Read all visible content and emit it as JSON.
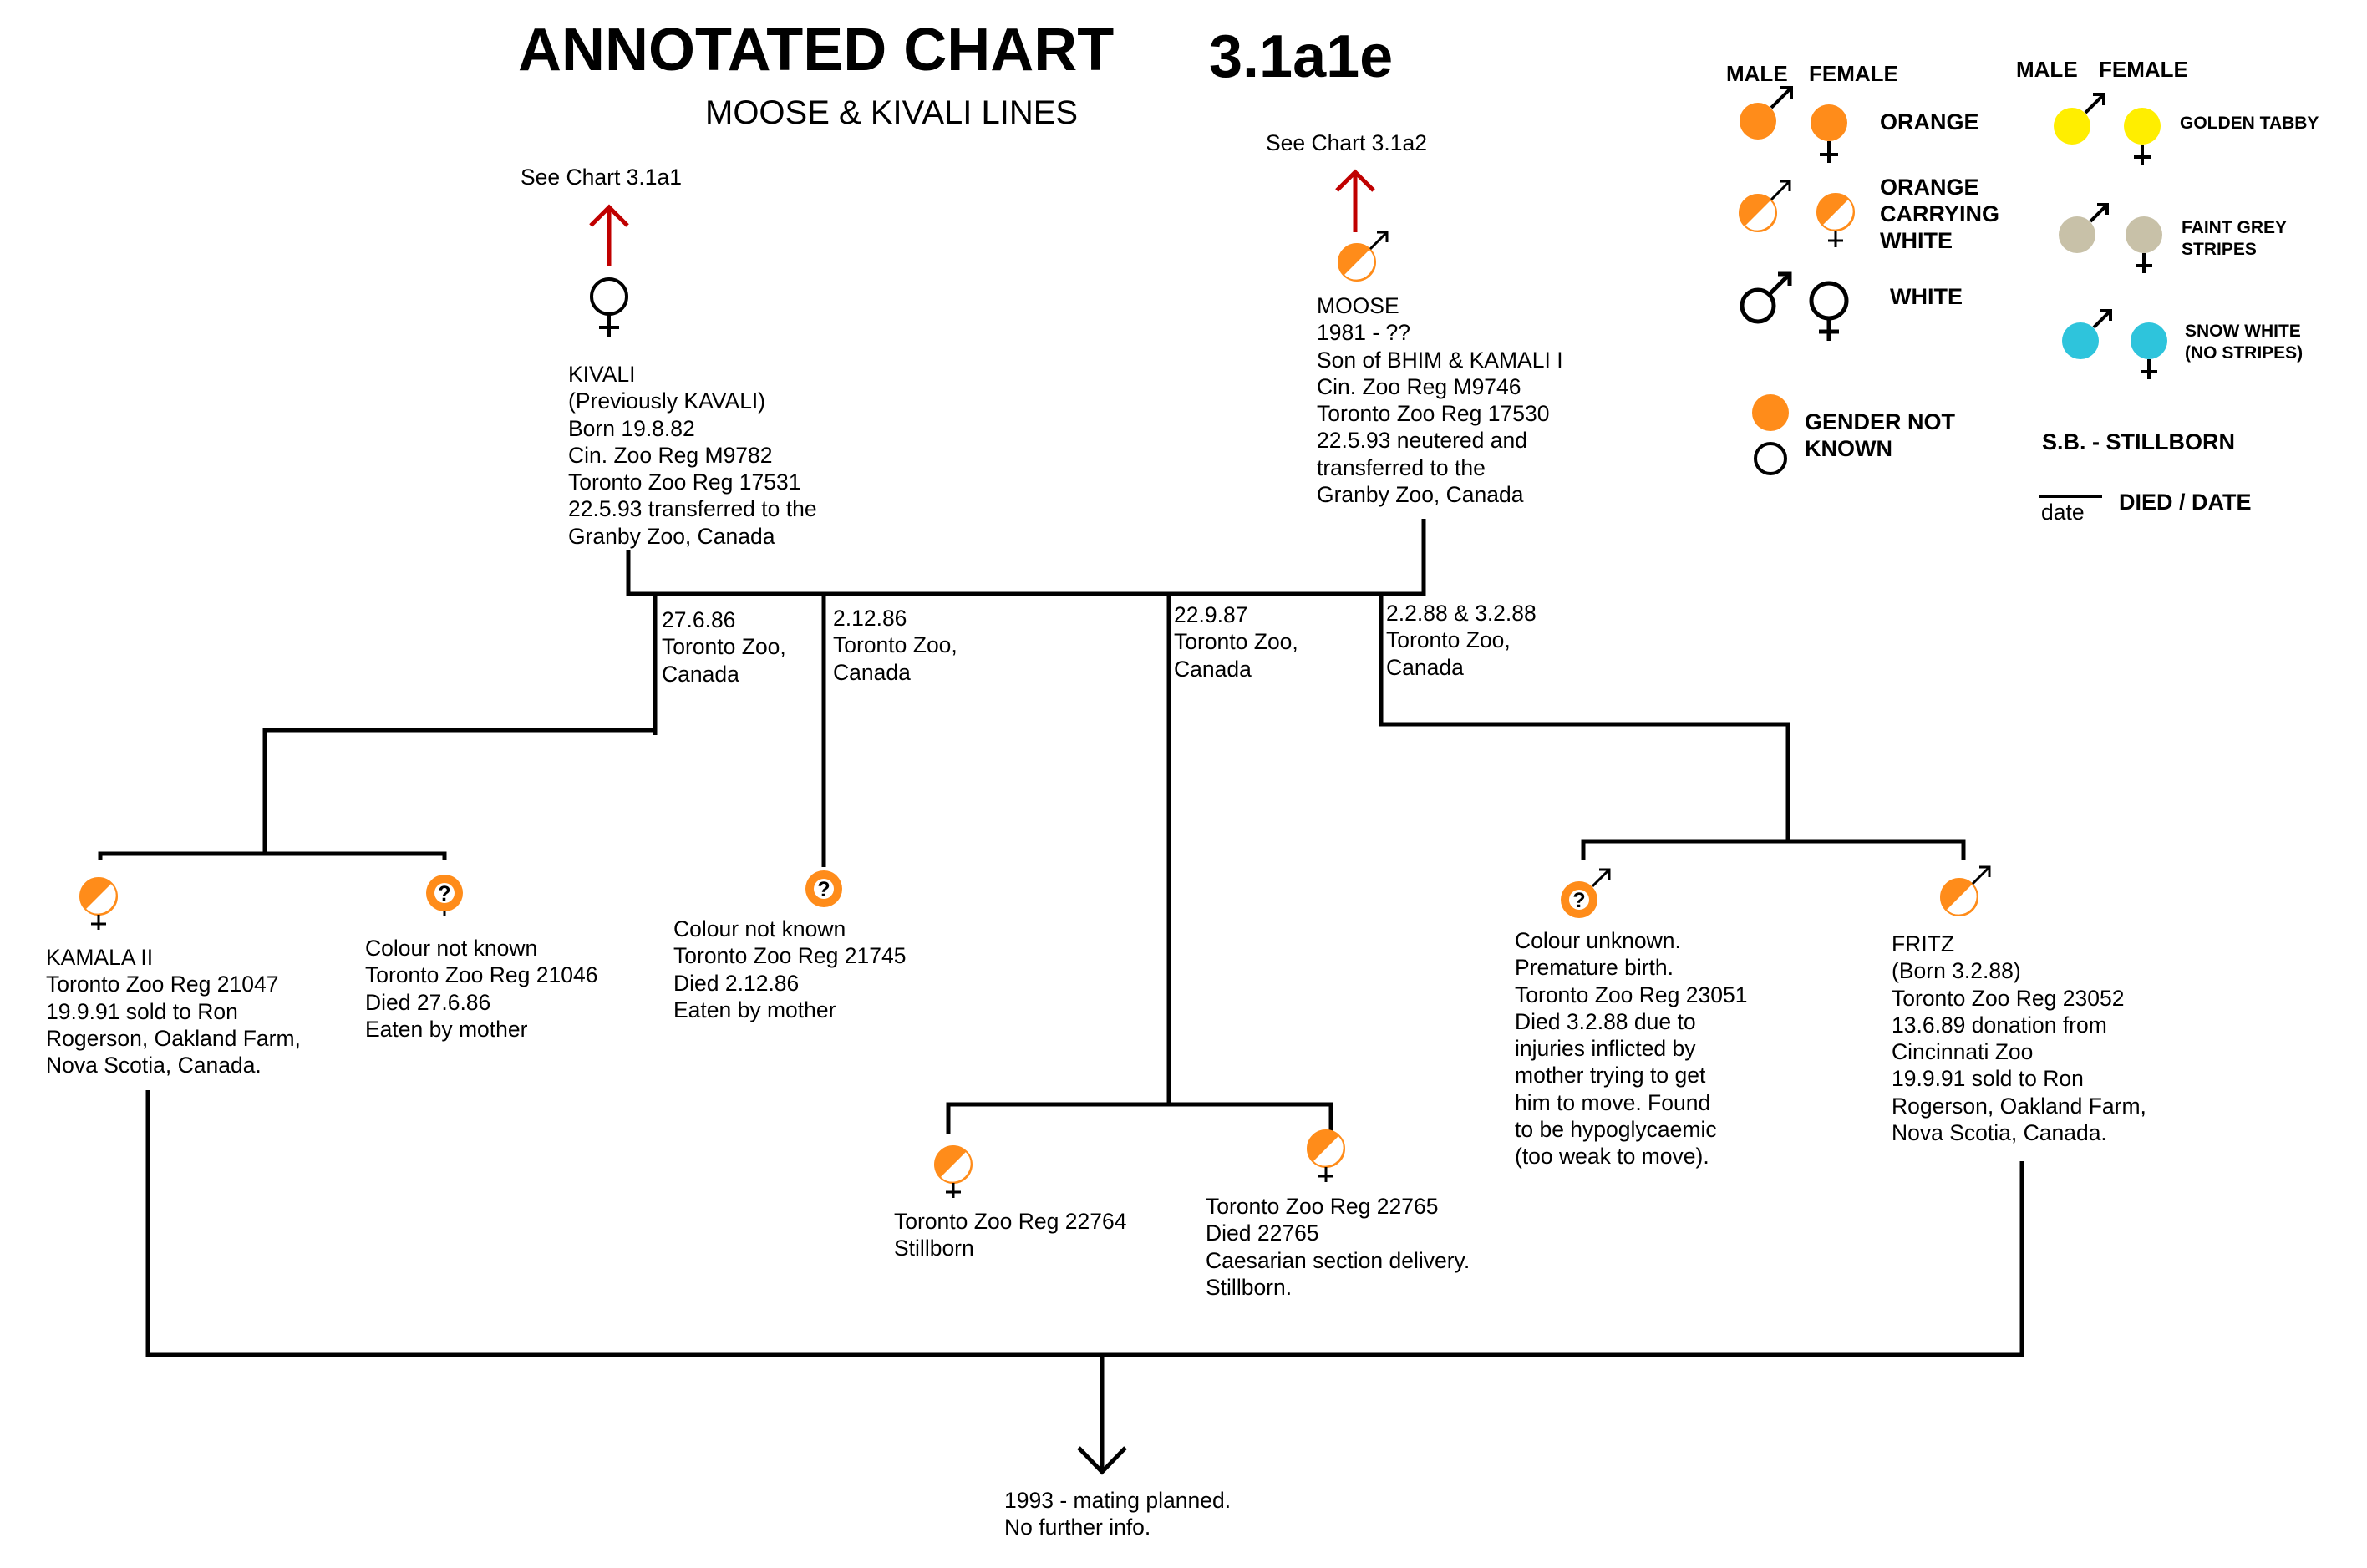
{
  "title": {
    "main": "ANNOTATED CHART",
    "code": "3.1a1e",
    "subtitle": "MOOSE & KIVALI LINES"
  },
  "colors": {
    "orange": "#ff8c1a",
    "golden_tabby": "#ffee00",
    "faint_grey": "#c8c1a8",
    "snow_white": "#2ec4dc",
    "arrow_red": "#c00000",
    "line": "#000000"
  },
  "references": {
    "kivali": "See Chart 3.1a1",
    "moose": "See Chart 3.1a2"
  },
  "parents": {
    "kivali": {
      "symbol": "white-female-icon",
      "text": "KIVALI\n(Previously KAVALI)\nBorn 19.8.82\nCin. Zoo Reg M9782\nToronto Zoo Reg 17531\n22.5.93  transferred to the\nGranby Zoo, Canada"
    },
    "moose": {
      "symbol": "orange-carrying-white-male-icon",
      "text": "MOOSE\n1981 - ??\nSon of BHIM & KAMALI I\nCin. Zoo Reg M9746\nToronto Zoo Reg 17530\n22.5.93 neutered and\ntransferred to the\nGranby Zoo, Canada"
    }
  },
  "litters": [
    {
      "label": "27.6.86\nToronto Zoo,\nCanada",
      "cubs": [
        {
          "name": "kamala-ii",
          "symbol": "orange-carrying-white-female-icon",
          "text": "KAMALA II\nToronto Zoo Reg 21047\n19.9.91 sold to Ron\nRogerson, Oakland Farm,\nNova Scotia, Canada."
        },
        {
          "name": "cub-21046",
          "symbol": "gender-unknown-icon",
          "mark": "?",
          "text": "Colour not known\nToronto Zoo Reg 21046\nDied 27.6.86\nEaten by mother"
        }
      ]
    },
    {
      "label": "2.12.86\nToronto Zoo,\nCanada",
      "cubs": [
        {
          "name": "cub-21745",
          "symbol": "gender-unknown-icon",
          "mark": "?",
          "text": "Colour not known\nToronto Zoo Reg 21745\nDied 2.12.86\nEaten by mother"
        }
      ]
    },
    {
      "label": "22.9.87\nToronto Zoo,\nCanada",
      "cubs": [
        {
          "name": "cub-22764",
          "symbol": "orange-carrying-white-female-icon",
          "text": "Toronto Zoo Reg 22764\nStillborn"
        },
        {
          "name": "cub-22765",
          "symbol": "orange-carrying-white-female-icon",
          "text": "Toronto Zoo Reg 22765\nDied 22765\nCaesarian section delivery.\nStillborn."
        }
      ]
    },
    {
      "label": "2.2.88 & 3.2.88\nToronto Zoo,\nCanada",
      "cubs": [
        {
          "name": "cub-23051",
          "symbol": "male-unknown-colour-icon",
          "mark": "?",
          "text": "Colour unknown.\nPremature birth.\nToronto Zoo Reg 23051\nDied 3.2.88 due to\ninjuries inflicted by\nmother trying to get\nhim to move.  Found\nto be hypoglycaemic\n(too weak to move)."
        },
        {
          "name": "fritz",
          "symbol": "orange-carrying-white-male-icon",
          "text": "FRITZ\n(Born 3.2.88)\nToronto Zoo Reg 23052\n13.6.89 donation from\nCincinnati Zoo\n19.9.91 sold to Ron\nRogerson, Oakland Farm,\nNova Scotia, Canada."
        }
      ]
    }
  ],
  "outcome": "1993 - mating planned.\nNo further info.",
  "legend": {
    "left_header_male": "MALE",
    "left_header_female": "FEMALE",
    "right_header_male": "MALE",
    "right_header_female": "FEMALE",
    "orange": "ORANGE",
    "orange_carrying_white": "ORANGE\nCARRYING\nWHITE",
    "white": "WHITE",
    "gender_not_known": "GENDER NOT\nKNOWN",
    "golden_tabby": "GOLDEN TABBY",
    "faint_grey_stripes": "FAINT GREY\nSTRIPES",
    "snow_white": "SNOW WHITE\n(NO STRIPES)",
    "stillborn": "S.B.  - STILLBORN",
    "died_date": "DIED / DATE",
    "died_date_sub": "date"
  }
}
